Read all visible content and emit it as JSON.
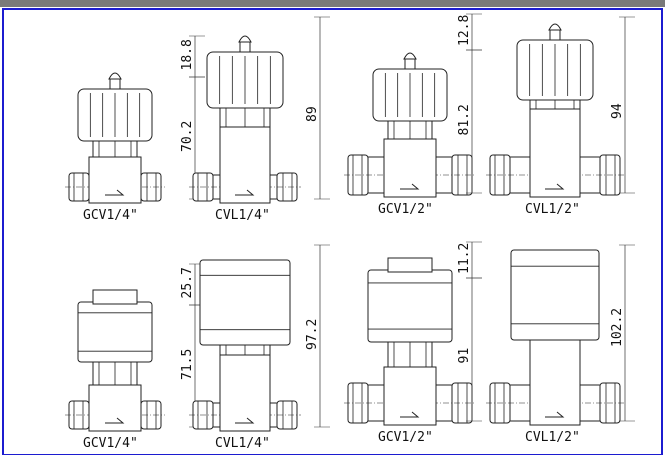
{
  "colors": {
    "frame": "#1c1cd0",
    "topbar": "#7a7a7a",
    "line": "#222222",
    "dim": "#333333"
  },
  "panels": [
    {
      "left_label": "GCV1/4\"",
      "right_label": "CVL1/4\"",
      "left_top_dim": "18.8",
      "left_body_dim": "70.2",
      "right_dim": "89",
      "style": "knob"
    },
    {
      "left_label": "GCV1/2\"",
      "right_label": "CVL1/2\"",
      "left_top_dim": "12.8",
      "left_body_dim": "81.2",
      "right_dim": "94",
      "style": "knob"
    },
    {
      "left_label": "GCV1/4\"",
      "right_label": "CVL1/4\"",
      "left_top_dim": "25.7",
      "left_body_dim": "71.5",
      "right_dim": "97.2",
      "style": "cap"
    },
    {
      "left_label": "GCV1/2\"",
      "right_label": "CVL1/2\"",
      "left_top_dim": "11.2",
      "left_body_dim": "91",
      "right_dim": "102.2",
      "style": "cap"
    }
  ]
}
